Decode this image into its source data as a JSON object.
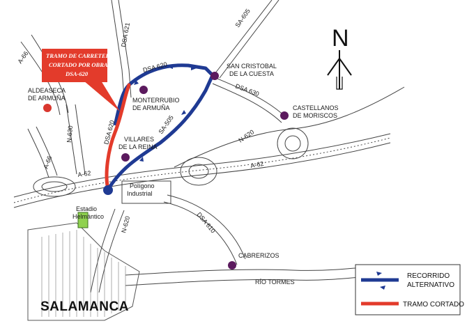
{
  "callout": {
    "lines": [
      "TRAMO DE CARRETERA",
      "CORTADO POR OBRAS",
      "DSA-620"
    ]
  },
  "north_label": "N",
  "city_label": "SALAMANCA",
  "towns": [
    {
      "id": "aldeaseca",
      "lines": [
        "ALDEASECA",
        "DE ARMUÑA"
      ],
      "marker_color": "#d9372e"
    },
    {
      "id": "monterrubio",
      "lines": [
        "MONTERRUBIO",
        "DE ARMUÑA"
      ],
      "marker_color": "#5b1a5e"
    },
    {
      "id": "villares",
      "lines": [
        "VILLARES",
        "DE LA REINA"
      ],
      "marker_color": "#5b1a5e"
    },
    {
      "id": "san-cristobal",
      "lines": [
        "SAN CRISTOBAL",
        "DE LA CUESTA"
      ],
      "marker_color": "#5b1a5e"
    },
    {
      "id": "castellanos",
      "lines": [
        "CASTELLANOS",
        "DE MORISCOS"
      ],
      "marker_color": "#5b1a5e"
    },
    {
      "id": "cabrerizos",
      "lines": [
        "CABRERIZOS"
      ],
      "marker_color": "#5b1a5e"
    }
  ],
  "places": {
    "estadio": [
      "Estadio",
      "Helmántico"
    ],
    "poligono": [
      "Polígono",
      "Industrial"
    ],
    "rio": "RÍO TORMES"
  },
  "roads": {
    "a66_top": "A-66",
    "a66_low": "A-66",
    "dsa621": "DSA 621",
    "sa605": "SA-605",
    "dsa620_top": "DSA 620",
    "dsa620_side": "DSA 620",
    "dsa630": "DSA 630",
    "sa505": "SA-505",
    "n630": "N-630",
    "n620_right": "N-620",
    "a62_left": "A-62",
    "a62_right": "A-62",
    "n620_low": "N-620",
    "dsa610": "DSA 610"
  },
  "legend": {
    "items": [
      {
        "lines": [
          "RECORRIDO",
          "ALTERNATIVO"
        ],
        "color": "#1f3a93"
      },
      {
        "lines": [
          "TRAMO CORTADO"
        ],
        "color": "#e33b2b"
      }
    ]
  },
  "colors": {
    "route_alternative": "#1f3a93",
    "route_closed": "#e33b2b",
    "town_marker": "#5b1a5e",
    "callout_bg": "#e33b2b",
    "estadio_fill": "#8fd14f"
  }
}
